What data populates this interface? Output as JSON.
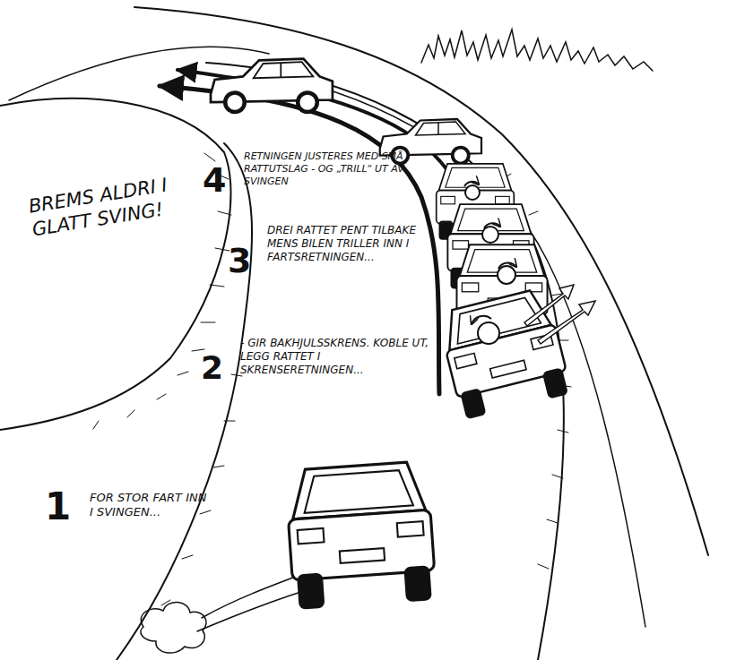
{
  "diagram": {
    "labels": [
      "BREMS ALDRI I GLATT SVING!",
      "4",
      "RETNINGEN JUSTERES MED SMÅ RATTUTSLAG - OG „TRILL“ UT AV SVINGEN",
      "3",
      "DREI RATTET PENT TILBAKE MENS BILEN TRILLER INN I FARTSRETNINGEN...",
      "2",
      "- GIR BAKHJULSSKRENS. KOBLE UT, LEGG RATTET I SKRENSERETNINGEN...",
      "1",
      "FOR STOR FART INN I SVINGEN..."
    ]
  }
}
